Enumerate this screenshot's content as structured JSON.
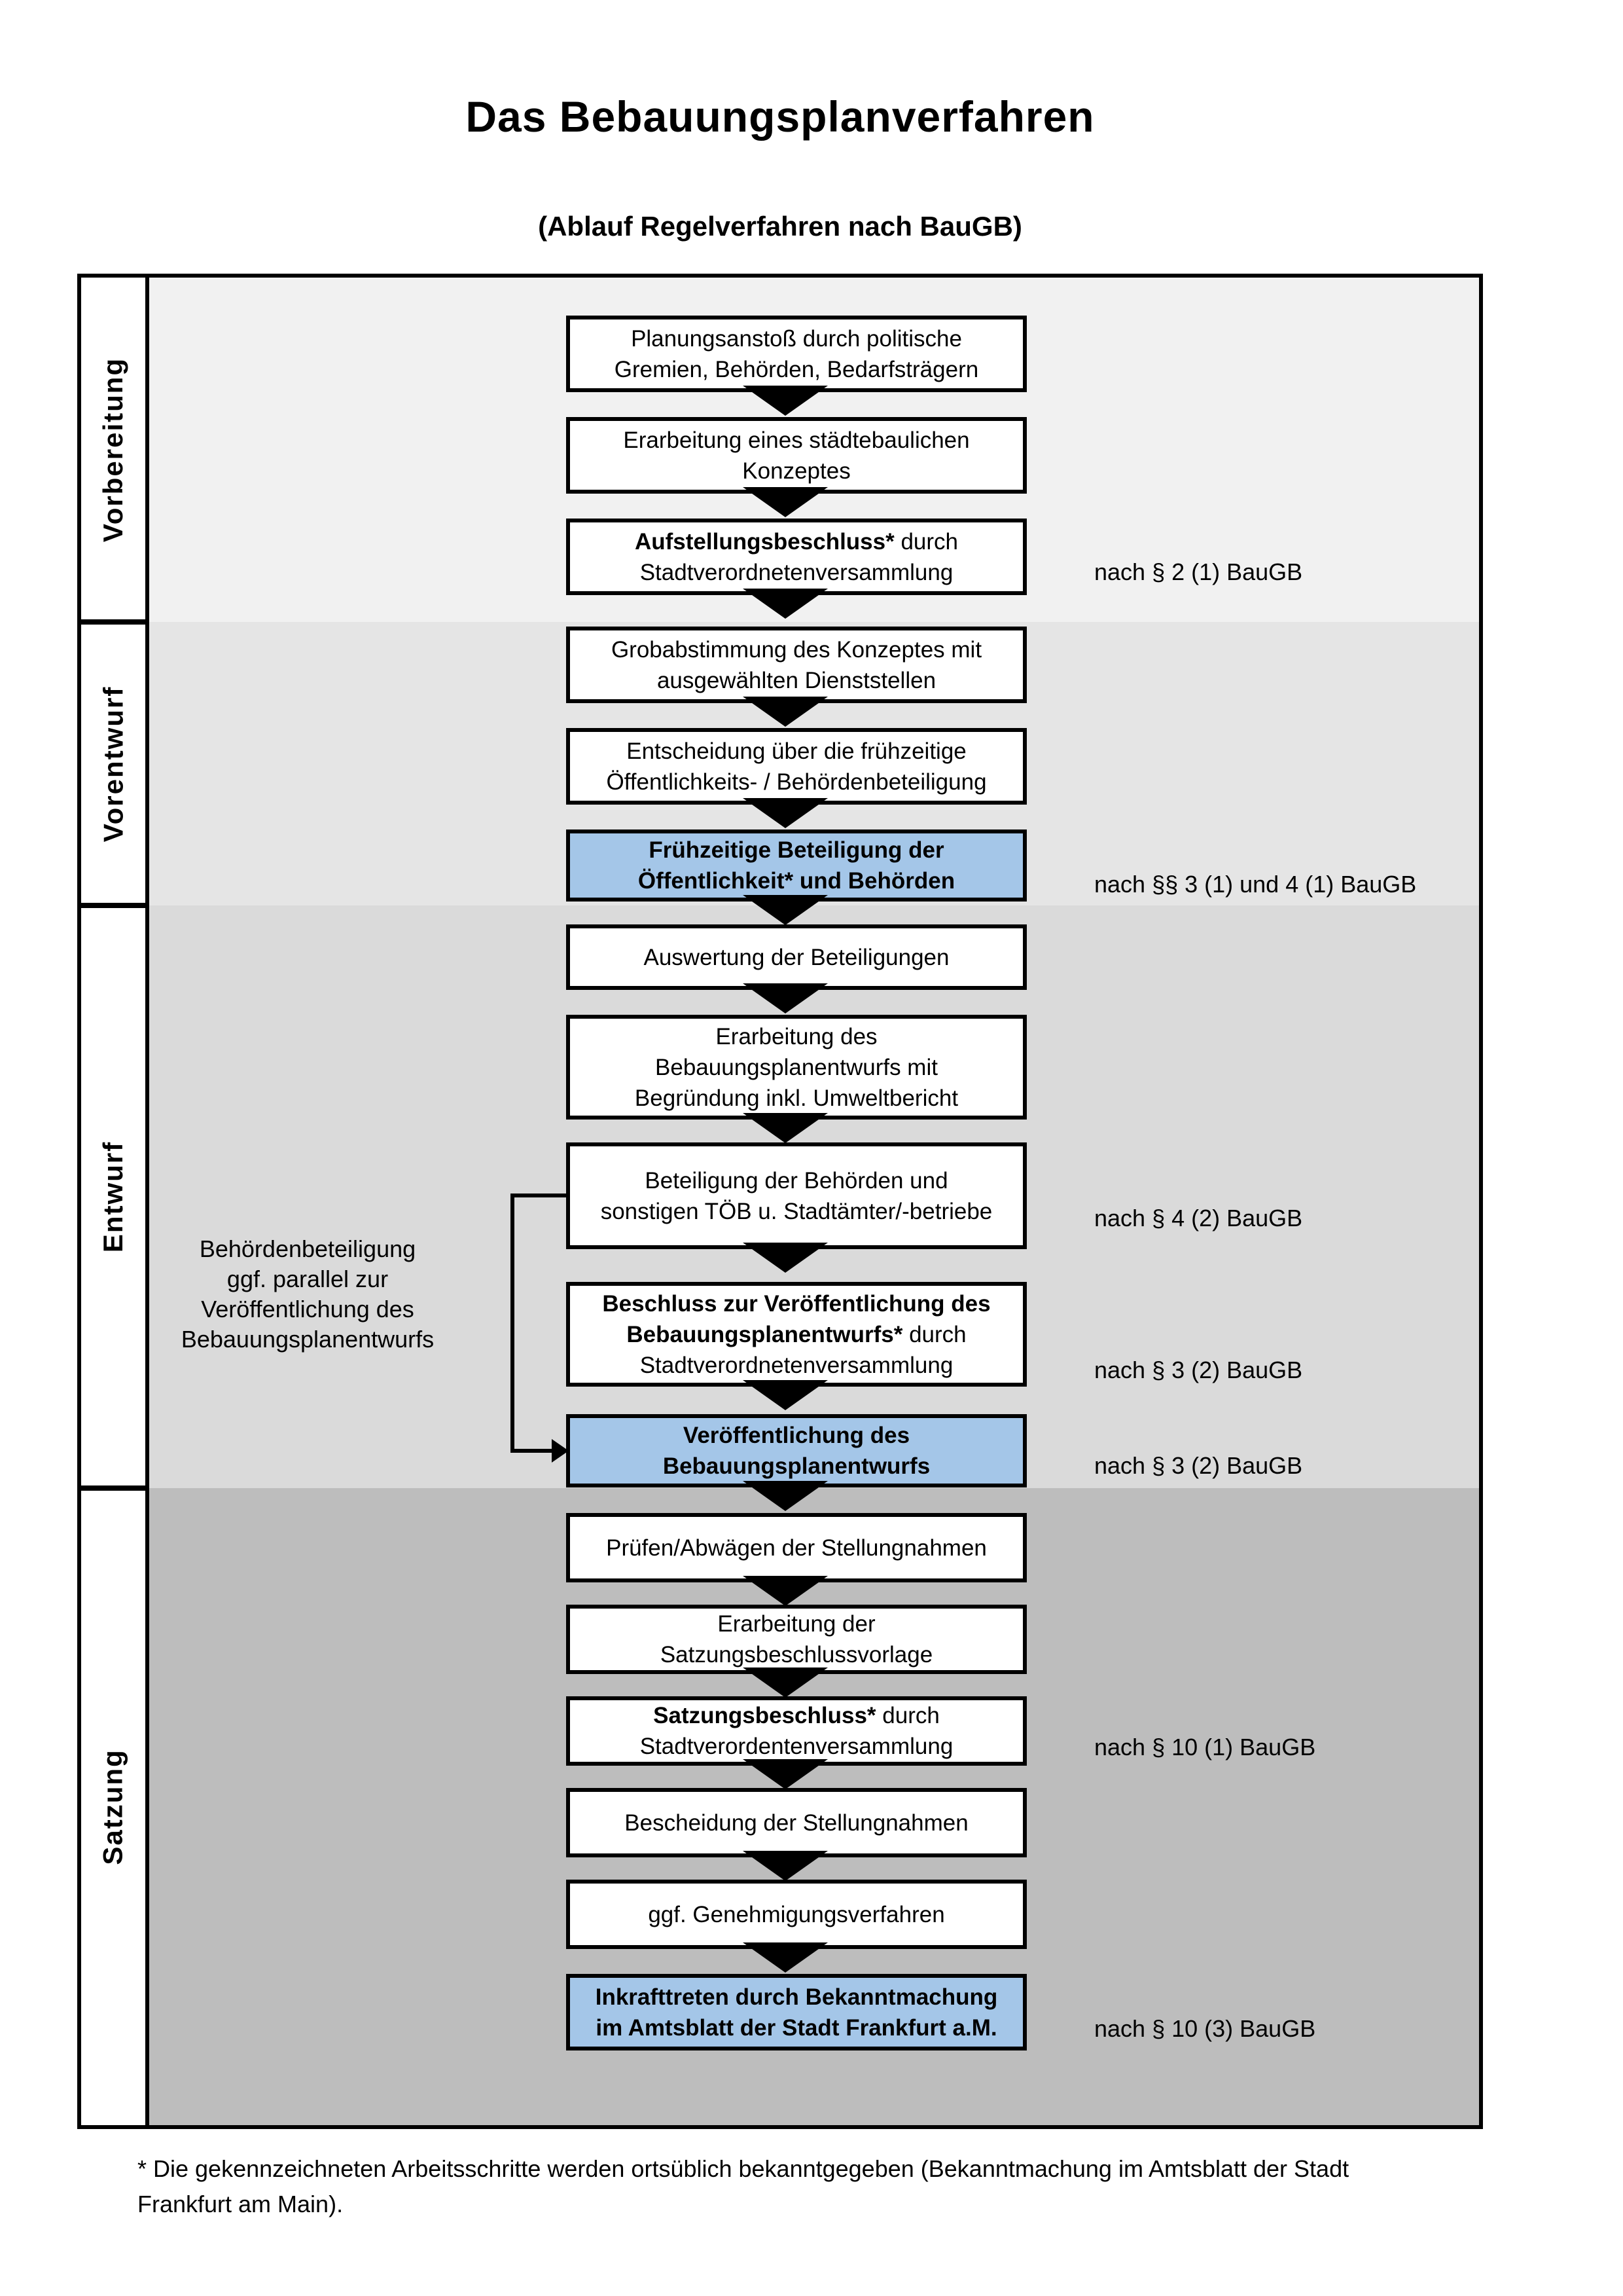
{
  "title": "Das Bebauungsplanverfahren",
  "subtitle": "(Ablauf Regelverfahren nach BauGB)",
  "phases": [
    {
      "label": "Vorbereitung"
    },
    {
      "label": "Vorentwurf"
    },
    {
      "label": "Entwurf"
    },
    {
      "label": "Satzung"
    }
  ],
  "steps": [
    {
      "l1": "Planungsanstoß durch politische",
      "l2": "Gremien, Behörden, Bedarfsträgern"
    },
    {
      "l1": "Erarbeitung eines städtebaulichen",
      "l2": "Konzeptes"
    },
    {
      "l1b": "Aufstellungsbeschluss*",
      "l1r": " durch",
      "l2": "Stadtverordnetenversammlung"
    },
    {
      "l1": "Grobabstimmung des Konzeptes mit",
      "l2": "ausgewählten Dienststellen"
    },
    {
      "l1": "Entscheidung über die frühzeitige",
      "l2": "Öffentlichkeits- / Behördenbeteiligung"
    },
    {
      "l1": "Frühzeitige Beteiligung der",
      "l2": "Öffentlichkeit* und Behörden",
      "highlight": true
    },
    {
      "l1": "Auswertung der Beteiligungen"
    },
    {
      "l1": "Erarbeitung des",
      "l2": "Bebauungsplanentwurfs mit",
      "l3": "Begründung inkl. Umweltbericht"
    },
    {
      "l1": "Beteiligung der Behörden und",
      "l2": "sonstigen TÖB u. Stadtämter/-betriebe"
    },
    {
      "l1b": "Beschluss zur Veröffentlichung des",
      "l2b": "Bebauungsplanentwurfs*",
      "l2r": " durch",
      "l3": "Stadtverordnetenversammlung"
    },
    {
      "l1": "Veröffentlichung des",
      "l2": "Bebauungsplanentwurfs",
      "highlight": true
    },
    {
      "l1": "Prüfen/Abwägen der Stellungnahmen"
    },
    {
      "l1": "Erarbeitung der",
      "l2": "Satzungsbeschlussvorlage"
    },
    {
      "l1b": "Satzungsbeschluss*",
      "l1r": " durch",
      "l2": "Stadtverordentenversammlung"
    },
    {
      "l1": "Bescheidung der Stellungnahmen"
    },
    {
      "l1": "ggf. Genehmigungsverfahren"
    },
    {
      "l1b": "Inkrafttreten",
      "l1r": " durch Bekanntmachung",
      "l2": "im Amtsblatt der Stadt Frankfurt a.M.",
      "highlight": true
    }
  ],
  "law_refs": [
    "nach § 2 (1) BauGB",
    "nach §§ 3 (1) und 4 (1) BauGB",
    "nach § 4 (2) BauGB",
    "nach § 3 (2) BauGB",
    "nach § 3 (2) BauGB",
    "nach § 10 (1) BauGB",
    "nach § 10 (3) BauGB"
  ],
  "side_note": {
    "l1": "Behördenbeteiligung",
    "l2": "ggf. parallel zur",
    "l3": "Veröffentlichung des",
    "l4": "Bebauungsplanentwurfs"
  },
  "footnote": {
    "l1": "* Die gekennzeichneten Arbeitsschritte werden ortsüblich bekanntgegeben (Bekanntmachung im Amtsblatt  der Stadt",
    "l2": "Frankfurt am Main)."
  },
  "colors": {
    "phase_backgrounds": [
      "#f1f1f1",
      "#e5e5e5",
      "#dadada",
      "#bdbdbd"
    ],
    "highlight_blue": "#a4c6e8",
    "box_border": "#000000"
  }
}
